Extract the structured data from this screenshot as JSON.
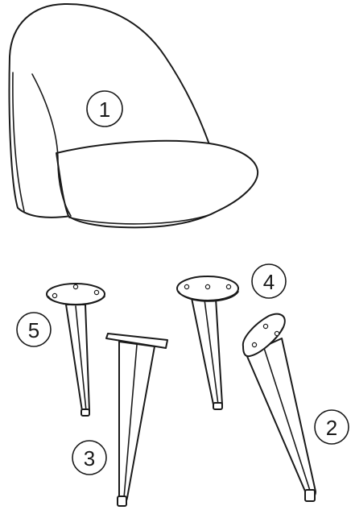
{
  "parts": [
    {
      "id": "seat",
      "label": "1"
    },
    {
      "id": "leg-right",
      "label": "2"
    },
    {
      "id": "leg-front",
      "label": "3"
    },
    {
      "id": "leg-middle",
      "label": "4"
    },
    {
      "id": "leg-left",
      "label": "5"
    }
  ],
  "colors": {
    "line": "#1a1a1a",
    "background": "#ffffff"
  }
}
